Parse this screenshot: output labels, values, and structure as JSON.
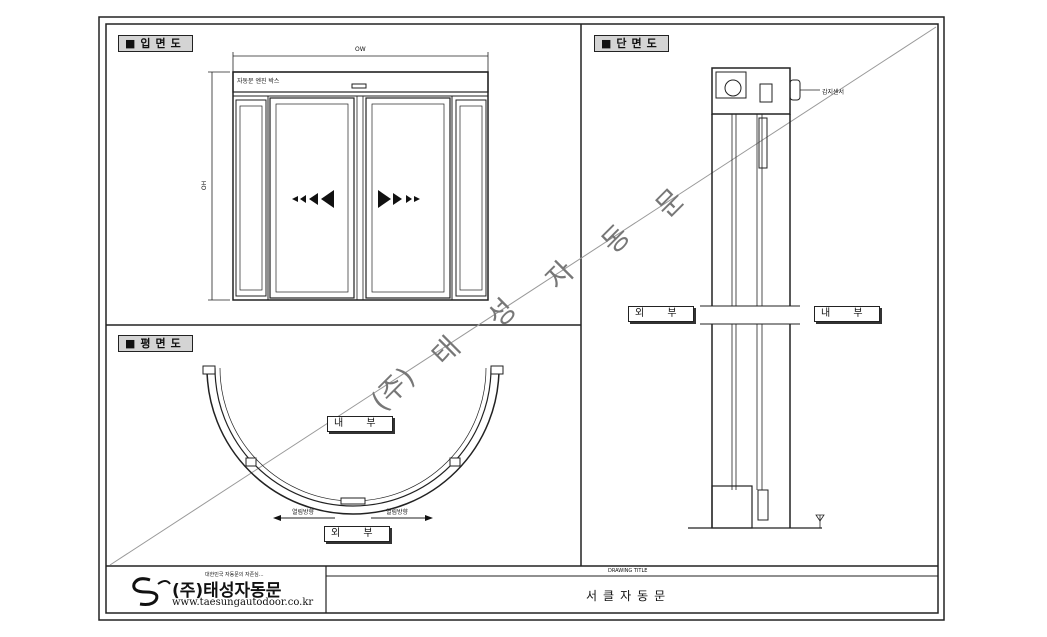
{
  "panels": {
    "elevation": {
      "tag": "■입면도",
      "ow_label": "OW",
      "oh_label": "OH",
      "header_label": "자동문 엔진 박스"
    },
    "plan": {
      "tag": "■평면도",
      "inner_label": "내 부",
      "outer_label": "외 부",
      "dir_left": "열림방향",
      "dir_right": "열림방향"
    },
    "section": {
      "tag": "■단면도",
      "outer_label": "외 부",
      "inner_label": "내 부",
      "sensor_label": "감지센서"
    }
  },
  "watermark": [
    "(주)",
    "태",
    "성",
    "자",
    "동",
    "문"
  ],
  "title_block": {
    "company_tagline": "대한민국 자동문의 자존심...",
    "company_name": "(주)태성자동문",
    "company_url": "www.taesungautodoor.co.kr",
    "drawing_title_label": "DRAWING TITLE",
    "drawing_title": "서클자동문"
  }
}
